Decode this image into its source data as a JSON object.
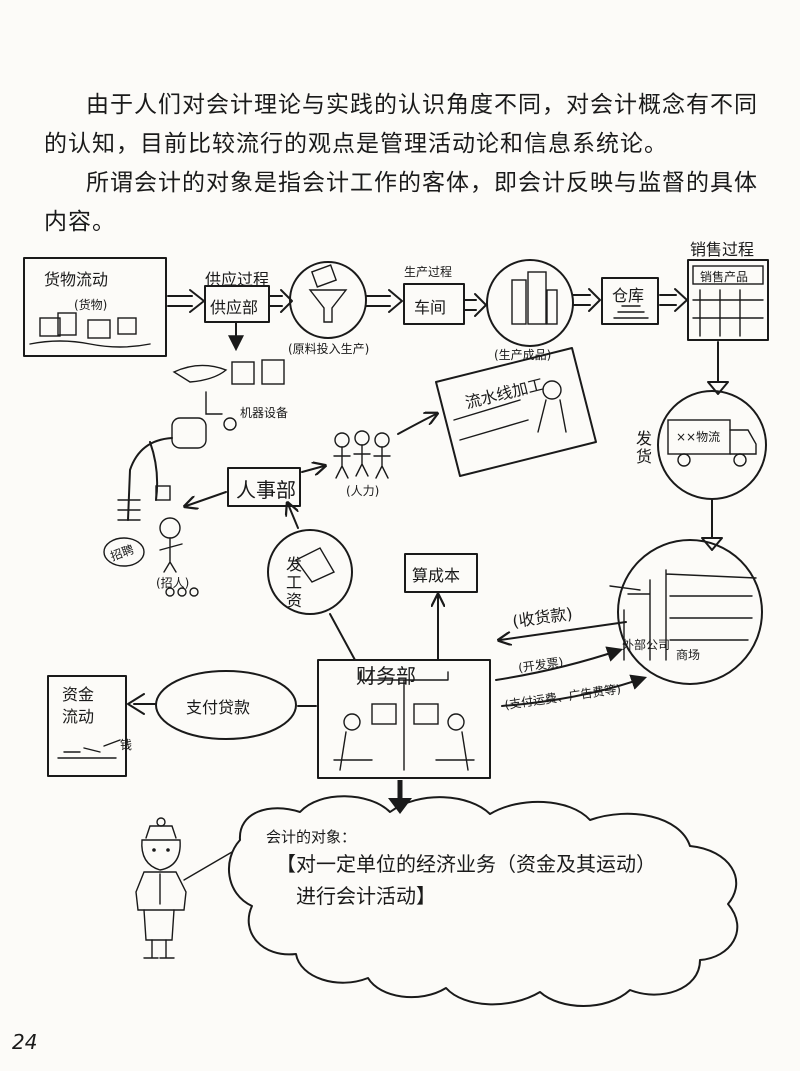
{
  "intro": {
    "paragraph1": "由于人们对会计理论与实践的认识角度不同，对会计概念有不同的认知，目前比较流行的观点是管理活动论和信息系统论。",
    "paragraph2": "所谓会计的对象是指会计工作的客体，即会计反映与监督的具体内容。"
  },
  "diagram": {
    "goods_flow": {
      "title": "货物流动",
      "sub": "(货物)"
    },
    "supply": {
      "process": "供应过程",
      "dept": "供应部",
      "caption": "(原料投入生产)"
    },
    "production": {
      "process": "生产过程",
      "dept": "车间",
      "caption": "(生产成品)"
    },
    "warehouse": "仓库",
    "sales": {
      "process": "销售过程",
      "sign": "销售产品"
    },
    "machine_label": "机器设备",
    "assembly_line": "流水线加工",
    "hr_dept": "人事部",
    "labor": "(人力)",
    "recruit": "(招人)",
    "recruit_sign": "招聘",
    "shipping": {
      "label": "发货",
      "truck": "××物流"
    },
    "company_label": "外部公司",
    "mall_label": "商场",
    "pay_wages": "发工资",
    "calc_cost": "算成本",
    "receive_payment": "(收货款)",
    "invoice": "(开发票)",
    "pay_fees": "(支付运费、广告费等)",
    "finance_dept": "财务部",
    "pay_goods": "支付贷款",
    "fund_flow": {
      "title": "资金流动",
      "coin": "钱"
    }
  },
  "conclusion": {
    "heading": "会计的对象：",
    "line1": "【对一定单位的经济业务（资金及其运动）",
    "line2": "进行会计活动】"
  },
  "page_number": "24"
}
